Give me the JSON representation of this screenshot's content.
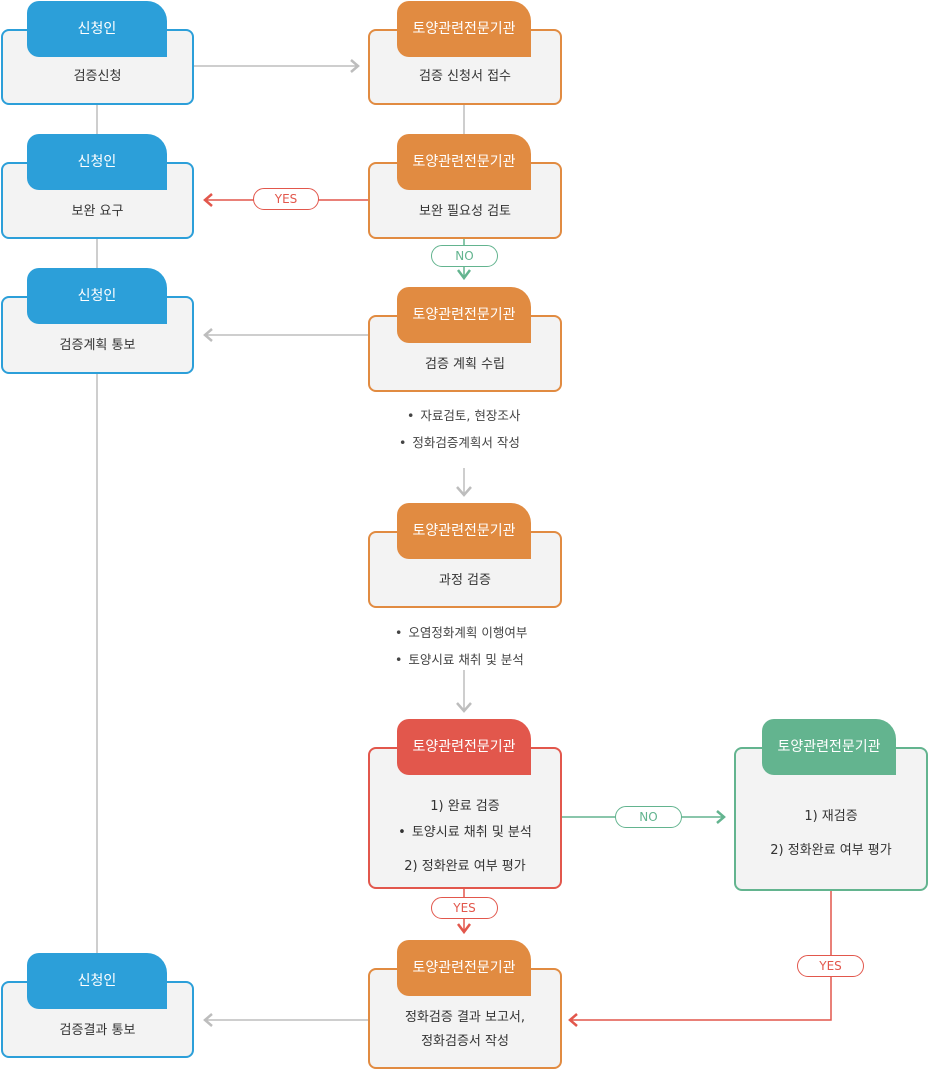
{
  "applicant_label": "신청인",
  "agency_label": "토양관련전문기관",
  "steps": {
    "apply": "검증신청",
    "receive": "검증 신청서 접수",
    "supplement_request": "보완 요구",
    "supplement_review": "보완 필요성 검토",
    "plan": "검증 계획 수립",
    "plan_notify": "검증계획 통보",
    "process": "과정 검증",
    "complete_line1": "1) 완료 검증",
    "complete_line2": "토양시료 채취 및 분석",
    "complete_line3": "2) 정화완료 여부 평가",
    "reverify_line1": "1) 재검증",
    "reverify_line2": "2) 정화완료 여부 평가",
    "report_line1": "정화검증 결과 보고서,",
    "report_line2": "정화검증서 작성",
    "result_notify": "검증결과 통보"
  },
  "notes": {
    "plan": [
      "자료검토, 현장조사",
      "정화검증계획서 작성"
    ],
    "process": [
      "오염정화계획 이행여부",
      "토양시료 채취 및 분석"
    ]
  },
  "labels": {
    "yes": "YES",
    "no": "NO"
  },
  "colors": {
    "blue": "#2c9fd9",
    "orange": "#e18b41",
    "red": "#e2574c",
    "green": "#63b48f",
    "gray": "#bdbdbd"
  }
}
